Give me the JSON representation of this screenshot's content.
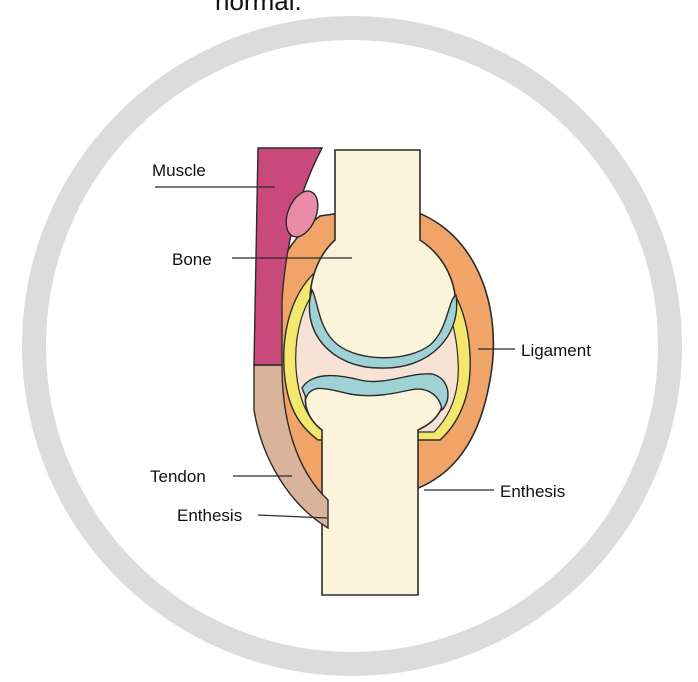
{
  "header": {
    "text": "normal."
  },
  "labels": {
    "muscle": "Muscle",
    "bone": "Bone",
    "ligament": "Ligament",
    "tendon": "Tendon",
    "enthesis_right": "Enthesis",
    "enthesis_left": "Enthesis"
  },
  "colors": {
    "ring": "#dcdcdc",
    "muscle": "#c9497a",
    "bursa": "#e88aa8",
    "bone": "#fbf4da",
    "capsule": "#f1a468",
    "synovium": "#f3e86e",
    "cartilage": "#9ed2d4",
    "joint_space": "#f6e3d6",
    "tendon": "#d9b39a",
    "outline": "#2b2b2b"
  }
}
